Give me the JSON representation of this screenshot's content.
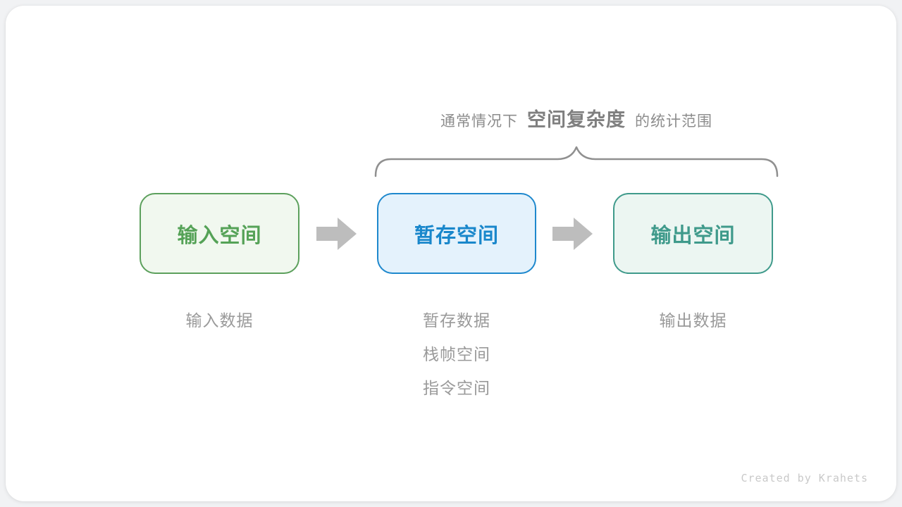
{
  "title": {
    "prefix": "通常情况下",
    "highlight": "空间复杂度",
    "suffix": "的统计范围"
  },
  "brace": {
    "meaning": "scope-of-space-complexity",
    "color": "#909090"
  },
  "nodes": [
    {
      "label": "输入空间",
      "notes": [
        "输入数据"
      ],
      "border_color": "#5ca05c",
      "background_color": "#f1f8ef",
      "text_color": "#55a257"
    },
    {
      "label": "暂存空间",
      "notes": [
        "暂存数据",
        "栈帧空间",
        "指令空间"
      ],
      "border_color": "#1e88cd",
      "background_color": "#e4f2fc",
      "text_color": "#1987cb"
    },
    {
      "label": "输出空间",
      "notes": [
        "输出数据"
      ],
      "border_color": "#3f9a8b",
      "background_color": "#ecf6f2",
      "text_color": "#3f9a8b"
    }
  ],
  "arrows": {
    "icon": "right-block-arrow",
    "color": "#bdbdbd"
  },
  "credit": "Created by Krahets",
  "page_colors": {
    "background": "#f1f2f4",
    "card": "#ffffff",
    "title_text": "#8c8c8c",
    "note_text": "#9a9a9a",
    "credit_text": "#c9c9c9"
  }
}
